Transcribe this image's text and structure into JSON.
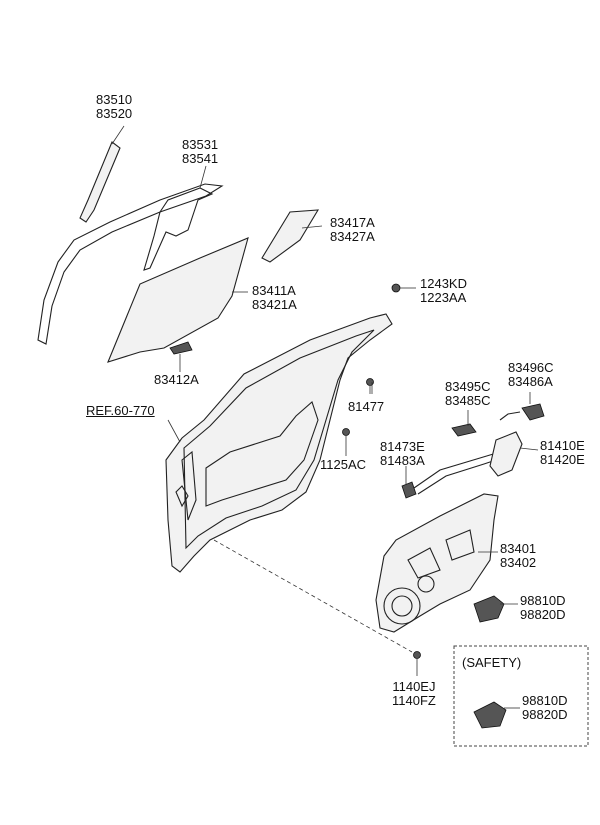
{
  "labels": {
    "l83510": [
      "83510",
      "83520"
    ],
    "l83531": [
      "83531",
      "83541"
    ],
    "l83417": [
      "83417A",
      "83427A"
    ],
    "l83411": [
      "83411A",
      "83421A"
    ],
    "l83412": "83412A",
    "l1243": [
      "1243KD",
      "1223AA"
    ],
    "lref": "REF.60-770",
    "l83496": [
      "83496C",
      "83486A"
    ],
    "l83495": [
      "83495C",
      "83485C"
    ],
    "l81477": "81477",
    "l81473": [
      "81473E",
      "81483A"
    ],
    "l81410": [
      "81410E",
      "81420E"
    ],
    "l1125": "1125AC",
    "l83401": [
      "83401",
      "83402"
    ],
    "l98810": [
      "98810D",
      "98820D"
    ],
    "l1140": [
      "1140EJ",
      "1140FZ"
    ],
    "safety_title": "(SAFETY)",
    "l98810s": [
      "98810D",
      "98820D"
    ]
  },
  "icons": [
    "glass-run-channel",
    "door-sash-frame",
    "quarter-glass",
    "door-glass",
    "glass-holder",
    "bolt",
    "door-panel",
    "door-latch",
    "door-module-panel",
    "window-motor"
  ]
}
